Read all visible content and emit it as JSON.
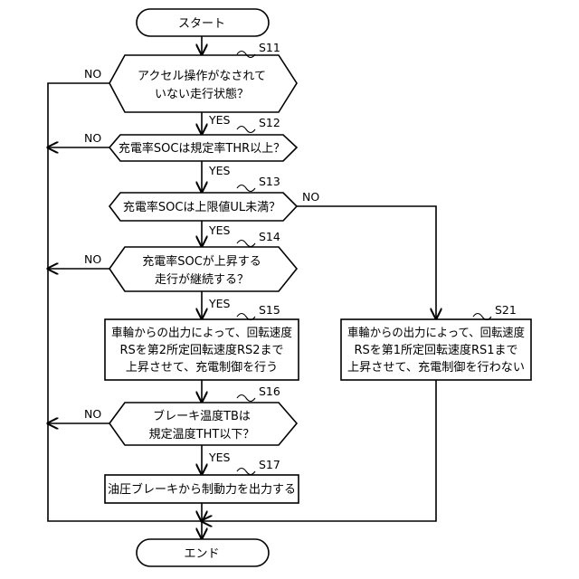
{
  "flowchart": {
    "start": "スタート",
    "end": "エンド",
    "steps": [
      {
        "id": "S11",
        "lines": [
          "アクセル操作がなされて",
          "いない走行状態？"
        ]
      },
      {
        "id": "S12",
        "lines": [
          "充電率SOCは規定率THR以上？"
        ]
      },
      {
        "id": "S13",
        "lines": [
          "充電率SOCは上限値UL未満？"
        ]
      },
      {
        "id": "S14",
        "lines": [
          "充電率SOCが上昇する",
          "走行が継続する？"
        ]
      },
      {
        "id": "S15",
        "lines": [
          "車輪からの出力によって、回転速度",
          "RSを第2所定回転速度RS2まで",
          "上昇させて、充電制御を行う"
        ]
      },
      {
        "id": "S16",
        "lines": [
          "ブレーキ温度TBは",
          "規定温度THT以下？"
        ]
      },
      {
        "id": "S17",
        "lines": [
          "油圧ブレーキから制動力を出力する"
        ]
      },
      {
        "id": "S21",
        "lines": [
          "車輪からの出力によって、回転速度",
          "RSを第1所定回転速度RS1まで",
          "上昇させて、充電制御を行わない"
        ]
      }
    ],
    "labels": {
      "yes": "YES",
      "no": "NO"
    }
  }
}
